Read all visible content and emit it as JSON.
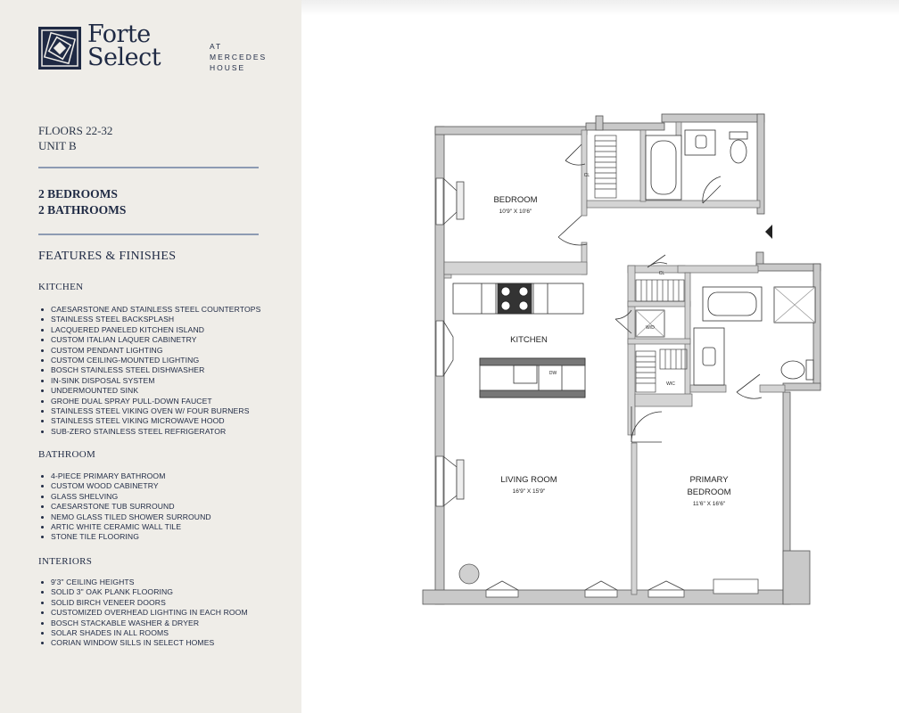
{
  "brand": {
    "name_line1": "Forte",
    "name_line2": "Select",
    "sub_line1": "AT",
    "sub_line2": "MERCEDES",
    "sub_line3": "HOUSE"
  },
  "unit": {
    "floors": "FLOORS 22-32",
    "unit_name": "UNIT B",
    "bedrooms": "2 BEDROOMS",
    "bathrooms": "2 BATHROOMS"
  },
  "features_title": "FEATURES & FINISHES",
  "sections": [
    {
      "title": "KITCHEN",
      "items": [
        "CAESARSTONE AND STAINLESS STEEL COUNTERTOPS",
        "STAINLESS STEEL BACKSPLASH",
        "LACQUERED PANELED KITCHEN ISLAND",
        "CUSTOM ITALIAN LAQUER CABINETRY",
        "CUSTOM PENDANT LIGHTING",
        "CUSTOM CEILING-MOUNTED LIGHTING",
        "BOSCH STAINLESS STEEL DISHWASHER",
        "IN-SINK DISPOSAL SYSTEM",
        "UNDERMOUNTED SINK",
        "GROHE DUAL SPRAY PULL-DOWN FAUCET",
        "STAINLESS STEEL VIKING OVEN W/ FOUR BURNERS",
        "STAINLESS STEEL VIKING MICROWAVE HOOD",
        "SUB-ZERO STAINLESS STEEL REFRIGERATOR"
      ]
    },
    {
      "title": "BATHROOM",
      "items": [
        "4-PIECE PRIMARY BATHROOM",
        "CUSTOM WOOD CABINETRY",
        "GLASS SHELVING",
        "CAESARSTONE TUB SURROUND",
        "NEMO GLASS TILED SHOWER SURROUND",
        "ARTIC WHITE CERAMIC WALL TILE",
        "STONE TILE FLOORING"
      ]
    },
    {
      "title": "INTERIORS",
      "items": [
        "9'3\" CEILING HEIGHTS",
        "SOLID 3\" OAK PLANK FLOORING",
        "SOLID BIRCH VENEER DOORS",
        "CUSTOMIZED OVERHEAD LIGHTING IN EACH ROOM",
        "BOSCH STACKABLE WASHER & DRYER",
        "SOLAR SHADES IN ALL ROOMS",
        "CORIAN WINDOW SILLS IN SELECT HOMES"
      ]
    }
  ],
  "floorplan": {
    "bedroom_name": "BEDROOM",
    "bedroom_dims": "10'9\" X 10'6\"",
    "kitchen_name": "KITCHEN",
    "living_name": "LIVING ROOM",
    "living_dims": "16'9\" X 15'9\"",
    "primary_name_1": "PRIMARY",
    "primary_name_2": "BEDROOM",
    "primary_dims": "11'6\" X 16'6\"",
    "cl_label": "CL",
    "wd_label": "W/D",
    "wic_label": "WIC",
    "dw_label": "DW"
  },
  "colors": {
    "panel_bg": "#efede8",
    "navy": "#1f2a44",
    "rule": "#8d9bb3",
    "wall": "#c9c9c9"
  }
}
